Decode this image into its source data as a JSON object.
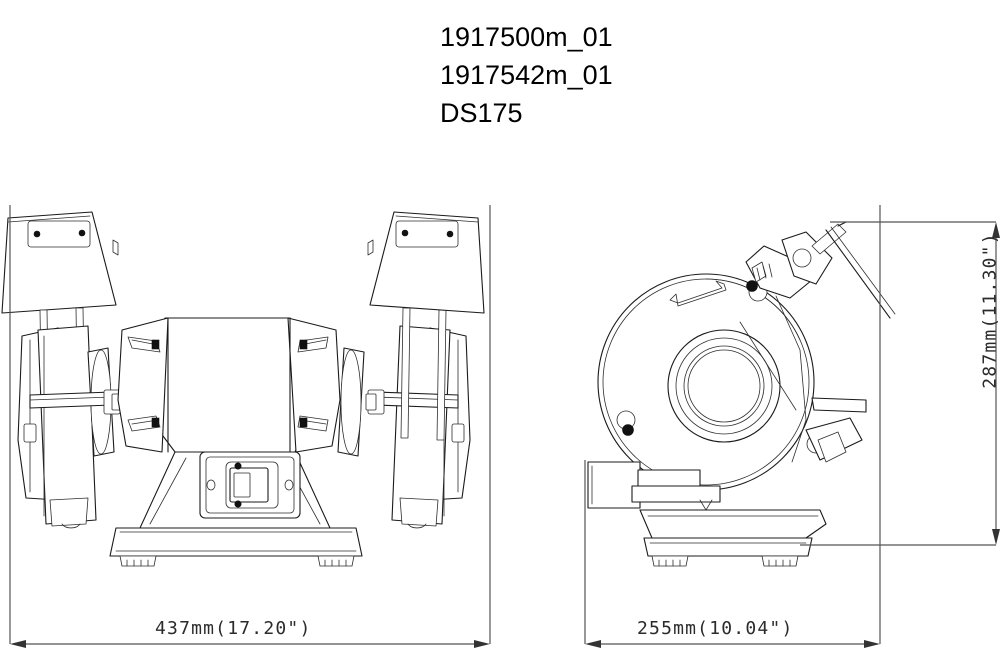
{
  "drawing": {
    "title_lines": [
      "1917500m_01",
      "1917542m_01",
      "DS175"
    ],
    "model": "DS175",
    "part_numbers": [
      "1917500m_01",
      "1917542m_01"
    ],
    "background_color": "#ffffff",
    "line_color": "#1b1b1b",
    "dimension_color": "#555555"
  },
  "views": {
    "front": {
      "name": "front-elevation",
      "components": [
        "left-eye-shield",
        "right-eye-shield",
        "left-wheel-guard",
        "right-wheel-guard",
        "motor-housing",
        "switch-plate",
        "rocker-switch",
        "base-pedestal",
        "rubber-feet"
      ]
    },
    "side": {
      "name": "side-elevation",
      "components": [
        "wheel-guard-disc",
        "wheel-hub",
        "rotation-arrow",
        "guard-bolts",
        "eye-shield-bracket",
        "eye-shield-arm",
        "tool-rest",
        "motor-end-cap",
        "base-foot"
      ]
    }
  },
  "dimensions": {
    "front_width": {
      "label": "437mm(17.20\")",
      "value_mm": 437,
      "value_in": 17.2,
      "orientation": "horizontal"
    },
    "side_depth": {
      "label": "255mm(10.04\")",
      "value_mm": 255,
      "value_in": 10.04,
      "orientation": "horizontal"
    },
    "overall_height": {
      "label": "287mm(11.30\")",
      "value_mm": 287,
      "value_in": 11.3,
      "orientation": "vertical"
    }
  }
}
